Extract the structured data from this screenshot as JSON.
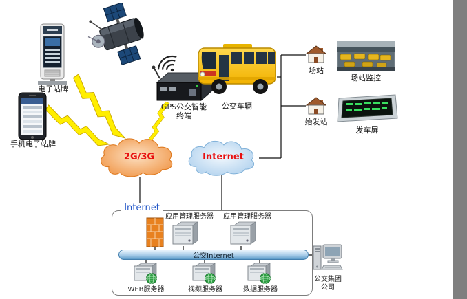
{
  "labels": {
    "electronic_stop": "电子站牌",
    "mobile_stop": "手机电子站牌",
    "gps_terminal_line1": "GPS公交智能",
    "gps_terminal_line2": "终端",
    "bus": "公交车辆",
    "station": "场站",
    "station_monitor": "场站监控",
    "origin_station": "始发站",
    "departure_screen": "发车屏",
    "cloud_cellular": "2G/3G",
    "cloud_internet": "Internet",
    "datacenter_internet": "Internet",
    "app_server_1": "应用管理服务器",
    "app_server_2": "应用管理服务器",
    "backbone": "公交Internet",
    "web_server": "WEB服务器",
    "video_server": "视频服务器",
    "data_server": "数据服务器",
    "group_company_line1": "公交集团",
    "group_company_line2": "公司"
  },
  "colors": {
    "cellular_cloud": "#f0984a",
    "internet_cloud": "#b5d4ee",
    "cloud_label_red": "#e81010",
    "datacenter_label_blue": "#2458c8",
    "lightning_yellow": "#ffee00",
    "bus_yellow": "#ffcc00",
    "firewall_orange": "#e8811f",
    "page_edge_gray": "#7f7f7f"
  }
}
